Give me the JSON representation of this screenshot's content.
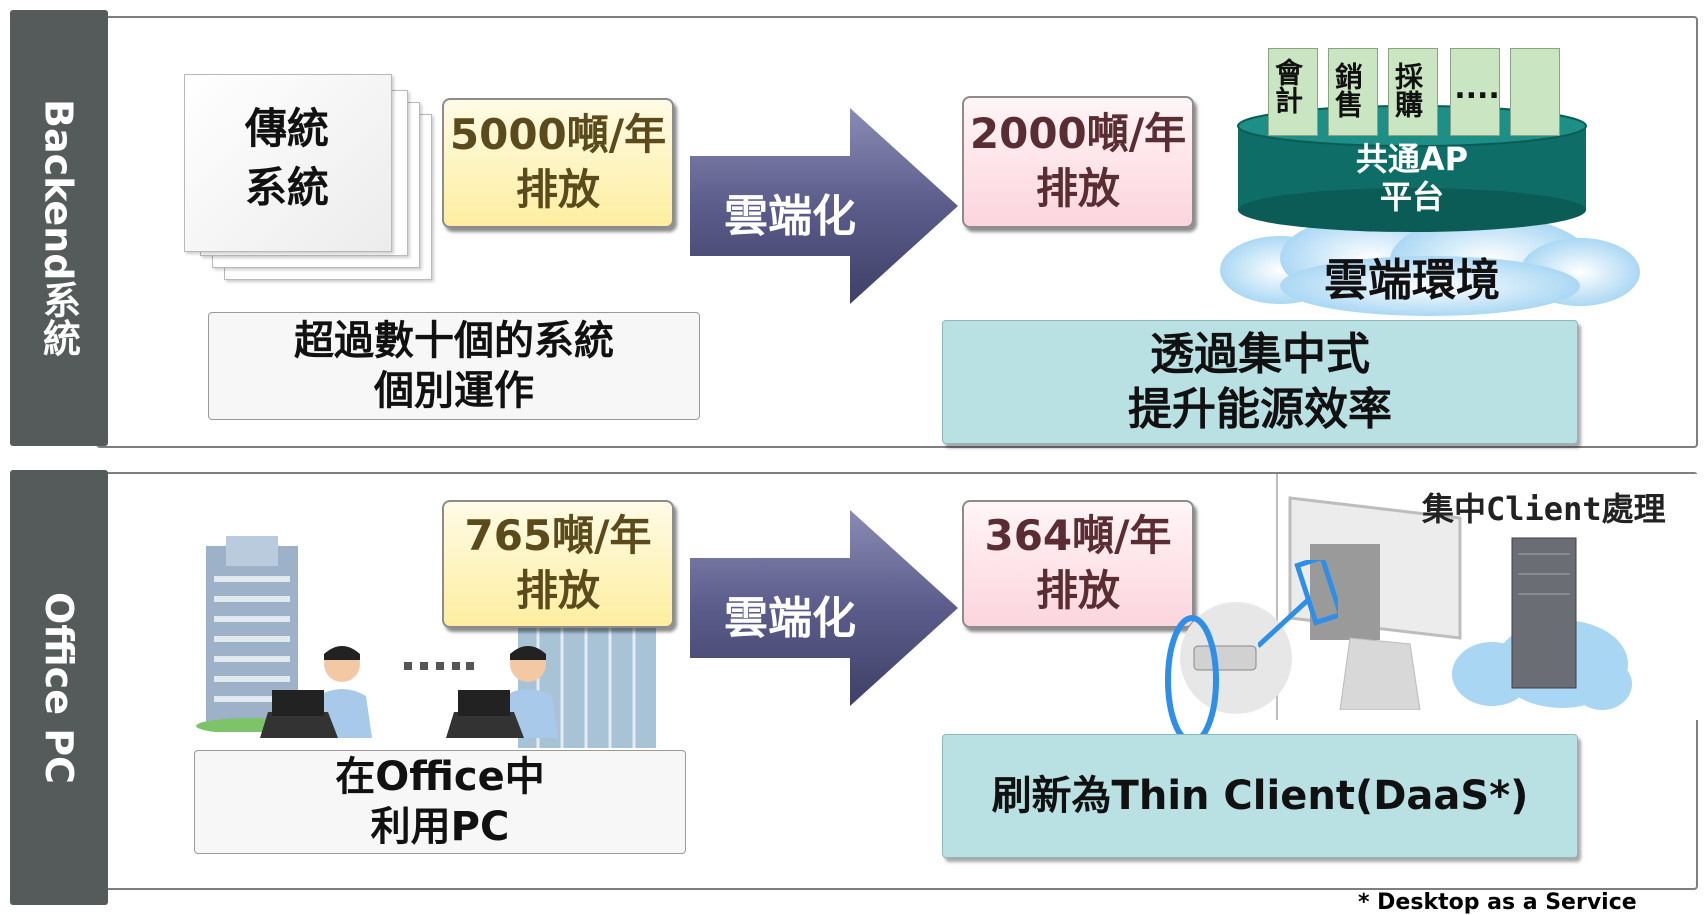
{
  "backend": {
    "section_label": "Backend系統",
    "legacy_box": {
      "line1": "傳統",
      "line2": "系統"
    },
    "before_emission": {
      "value": "5000噸/年",
      "label": "排放"
    },
    "arrow_label": "雲端化",
    "after_emission": {
      "value": "2000噸/年",
      "label": "排放"
    },
    "apps": [
      "會計",
      "銷售",
      "採購",
      "...."
    ],
    "platform": {
      "line1": "共通AP",
      "line2": "平台"
    },
    "cloud_label": "雲端環境",
    "before_desc": {
      "line1": "超過數十個的系統",
      "line2": "個別運作"
    },
    "after_desc": {
      "line1": "透過集中式",
      "line2": "提升能源效率"
    }
  },
  "office": {
    "section_label": "Office PC",
    "before_emission": {
      "value": "765噸/年",
      "label": "排放"
    },
    "arrow_label": "雲端化",
    "after_emission": {
      "value": "364噸/年",
      "label": "排放"
    },
    "thin_client_caption": "集中Client處理",
    "before_desc": {
      "line1": "在Office中",
      "line2": "利用PC"
    },
    "after_desc": {
      "line1": "刷新為Thin Client(DaaS*)"
    },
    "footnote": "* Desktop as a Service"
  },
  "colors": {
    "side_label_bg": "#555a5a",
    "emit_yellow": "#fdeea0",
    "emit_pink": "#fcd5dd",
    "arrow": "#4a4b75",
    "teal_box": "#b9e0e2",
    "platform": "#0e7a72"
  }
}
